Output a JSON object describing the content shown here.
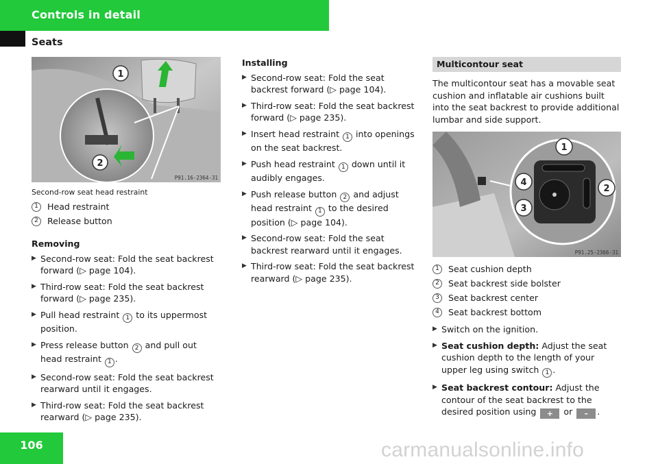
{
  "header": {
    "chapter": "Controls in detail",
    "section": "Seats"
  },
  "page_number": "106",
  "watermark": "carmanualsonline.info",
  "colors": {
    "accent": "#22c93a",
    "band": "#d6d6d6",
    "tab": "#111111"
  },
  "figure1": {
    "code": "P91.16-2364-31",
    "caption": "Second-row seat head restraint",
    "callouts": [
      "1",
      "2"
    ],
    "legend": [
      {
        "num": "1",
        "label": "Head restraint"
      },
      {
        "num": "2",
        "label": "Release button"
      }
    ]
  },
  "removing": {
    "heading": "Removing",
    "steps": [
      {
        "text": "Second-row seat: Fold the seat backrest forward (▷ page 104)."
      },
      {
        "text": "Third-row seat: Fold the seat backrest forward (▷ page 235)."
      },
      {
        "pre": "Pull head restraint ",
        "num": "1",
        "post": " to its uppermost position."
      },
      {
        "pre": "Press release button ",
        "num": "2",
        "post": " and pull out head restraint ",
        "num2": "1",
        "post2": "."
      },
      {
        "text": "Second-row seat: Fold the seat backrest rearward until it engages."
      },
      {
        "text": "Third-row seat: Fold the seat backrest rearward (▷ page 235)."
      }
    ]
  },
  "installing": {
    "heading": "Installing",
    "steps": [
      {
        "text": "Second-row seat: Fold the seat backrest forward (▷ page 104)."
      },
      {
        "text": "Third-row seat: Fold the seat backrest forward (▷ page 235)."
      },
      {
        "pre": "Insert head restraint ",
        "num": "1",
        "post": " into openings on the seat backrest."
      },
      {
        "pre": "Push head restraint ",
        "num": "1",
        "post": " down until it audibly engages."
      },
      {
        "pre": "Push release button ",
        "num": "2",
        "post": " and adjust head restraint ",
        "num2": "1",
        "post2": " to the desired position (▷ page 104)."
      },
      {
        "text": "Second-row seat: Fold the seat backrest rearward until it engages."
      },
      {
        "text": "Third-row seat: Fold the seat backrest rearward (▷ page 235)."
      }
    ]
  },
  "multicontour": {
    "heading": "Multicontour seat",
    "intro": "The multicontour seat has a movable seat cushion and inflatable air cushions built into the seat backrest to provide additional lumbar and side support.",
    "figure": {
      "code": "P91.25-2366-31",
      "callouts": [
        "1",
        "2",
        "3",
        "4"
      ],
      "legend": [
        {
          "num": "1",
          "label": "Seat cushion depth"
        },
        {
          "num": "2",
          "label": "Seat backrest side bolster"
        },
        {
          "num": "3",
          "label": "Seat backrest center"
        },
        {
          "num": "4",
          "label": "Seat backrest bottom"
        }
      ]
    },
    "steps": [
      {
        "text": "Switch on the ignition."
      },
      {
        "bold": "Seat cushion depth:",
        "pre": " Adjust the seat cushion depth to the length of your upper leg using switch ",
        "num": "1",
        "post": "."
      },
      {
        "bold": "Seat backrest contour:",
        "pre": " Adjust the contour of the seat backrest to the desired position using ",
        "pill1": "+",
        "mid": " or ",
        "pill2": "–",
        "post": "."
      }
    ]
  }
}
